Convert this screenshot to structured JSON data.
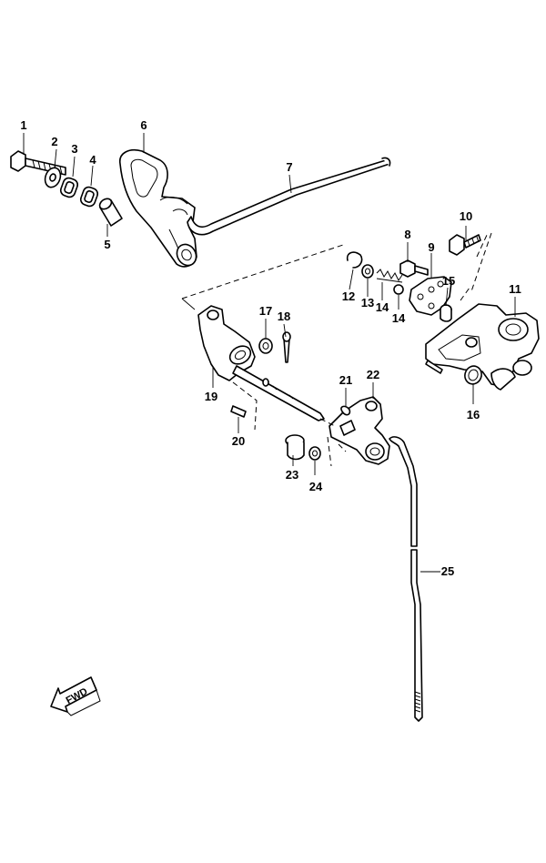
{
  "callouts": [
    {
      "id": "c1",
      "text": "1"
    },
    {
      "id": "c2",
      "text": "2"
    },
    {
      "id": "c3",
      "text": "3"
    },
    {
      "id": "c4",
      "text": "4"
    },
    {
      "id": "c5",
      "text": "5"
    },
    {
      "id": "c6",
      "text": "6"
    },
    {
      "id": "c7",
      "text": "7"
    },
    {
      "id": "c8",
      "text": "8"
    },
    {
      "id": "c9",
      "text": "9"
    },
    {
      "id": "c10",
      "text": "10"
    },
    {
      "id": "c11",
      "text": "11"
    },
    {
      "id": "c12",
      "text": "12"
    },
    {
      "id": "c13",
      "text": "13"
    },
    {
      "id": "c14a",
      "text": "14"
    },
    {
      "id": "c14b",
      "text": "14"
    },
    {
      "id": "c15",
      "text": "15"
    },
    {
      "id": "c16",
      "text": "16"
    },
    {
      "id": "c17",
      "text": "17"
    },
    {
      "id": "c18",
      "text": "18"
    },
    {
      "id": "c19",
      "text": "19"
    },
    {
      "id": "c20",
      "text": "20"
    },
    {
      "id": "c21",
      "text": "21"
    },
    {
      "id": "c22",
      "text": "22"
    },
    {
      "id": "c23",
      "text": "23"
    },
    {
      "id": "c24",
      "text": "24"
    },
    {
      "id": "c25",
      "text": "25"
    }
  ],
  "direction_marker": {
    "text": "FWD",
    "icon": "arrow-left-icon"
  }
}
